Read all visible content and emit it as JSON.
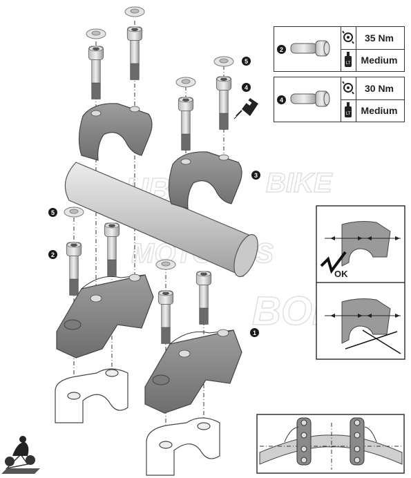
{
  "torque_specs": [
    {
      "callout": "2",
      "torque": "35 Nm",
      "threadlock": "Medium"
    },
    {
      "callout": "4",
      "torque": "30 Nm",
      "threadlock": "Medium"
    }
  ],
  "callouts": {
    "c1": "1",
    "c2": "2",
    "c3": "3",
    "c4": "4",
    "c5a": "5",
    "c5b": "5"
  },
  "check_panel": {
    "ok_label": "OK"
  },
  "watermark": {
    "line1": "CLUB",
    "line2": "BIKE",
    "line3": "MOTOROS",
    "line4": "BOLT"
  },
  "colors": {
    "part_gray": "#8c8c8c",
    "part_dark": "#5a5a5a",
    "bar_light": "#d6d6d6"
  }
}
